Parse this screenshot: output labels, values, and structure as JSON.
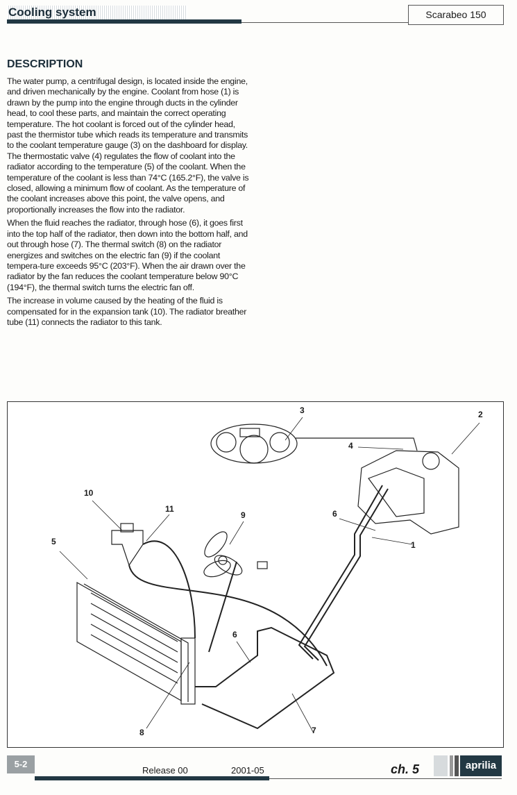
{
  "header": {
    "section_title": "Cooling system",
    "model": "Scarabeo 150"
  },
  "heading": "DESCRIPTION",
  "paragraphs": [
    "The water pump, a centrifugal design, is located inside the engine, and driven mechanically by the engine. Coolant from hose (1) is drawn by the pump into the engine through ducts in the cylinder head, to cool these parts, and maintain the correct operating temperature. The hot coolant is forced out of the cylinder head, past the thermistor tube which reads its temperature and transmits to the coolant temperature gauge (3) on the dashboard for display. The thermostatic valve (4) regulates the flow of coolant into the radiator according to the temperature (5) of the coolant. When the temperature of the coolant is less than 74°C (165.2°F), the valve is closed, allowing a minimum flow of coolant. As the temperature of the coolant increases above this point, the valve opens, and proportionally increases the flow into the radiator.",
    "When the fluid reaches the radiator, through hose (6), it goes first into the top half of the radiator, then down into the bottom half, and out through hose (7). The thermal switch (8) on the radiator energizes and switches on the electric fan (9) if the coolant tempera-ture exceeds 95°C (203°F). When the air drawn over the radiator by the fan reduces the coolant temperature below  90°C (194°F), the thermal switch turns the electric fan off.",
    "The increase in volume caused by the heating of the fluid is compensated for in the expansion tank (10). The radiator breather tube (11) connects the radiator to this tank."
  ],
  "diagram": {
    "callouts": [
      "3",
      "2",
      "4",
      "10",
      "11",
      "9",
      "6",
      "1",
      "5",
      "6",
      "8",
      "7"
    ]
  },
  "footer": {
    "page": "5-2",
    "release": "Release 00",
    "date": "2001-05",
    "chapter": "ch. 5",
    "brand": "aprilia"
  }
}
